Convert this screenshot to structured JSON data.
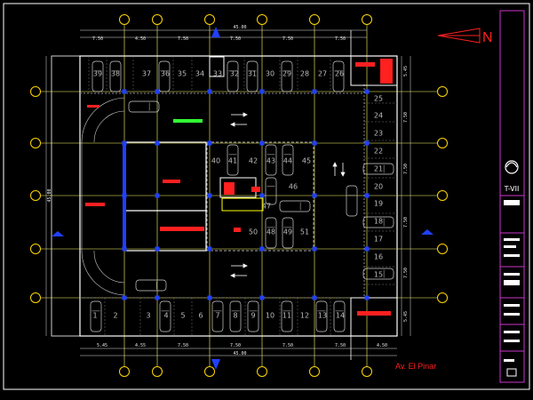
{
  "north_label": "N",
  "street_label": "Av. El Pinar",
  "title_block_code": "T-VII",
  "dimensions": {
    "total_width": "45.00",
    "top_segments": [
      "4.50",
      "7.50",
      "7.50",
      "7.50",
      "7.50",
      "7.50"
    ],
    "bottom_segments": [
      "5.45",
      "4.55",
      "7.50",
      "7.50",
      "7.50",
      "7.50",
      "4.50"
    ],
    "right_segments": [
      "5.45",
      "7.50",
      "7.50",
      "7.50",
      "7.50",
      "5.45"
    ],
    "total_height": "45.00",
    "left_total": "45.00"
  },
  "parking_numbers": [
    "1",
    "2",
    "3",
    "4",
    "5",
    "6",
    "7",
    "8",
    "9",
    "10",
    "11",
    "12",
    "13",
    "14",
    "15",
    "16",
    "17",
    "18",
    "19",
    "20",
    "21",
    "22",
    "23",
    "24",
    "25",
    "26",
    "27",
    "28",
    "29",
    "30",
    "31",
    "32",
    "33",
    "34",
    "35",
    "36",
    "37",
    "38",
    "39",
    "40",
    "41",
    "42",
    "43",
    "44",
    "45",
    "46",
    "47",
    "48",
    "49",
    "50",
    "51"
  ],
  "colors": {
    "background": "#000000",
    "walls": "#ffffff",
    "grid_lines": "#ffff66",
    "grid_bubbles": "#ffd700",
    "columns": "#2040ff",
    "annotations": "#ff2020",
    "title_block": "#cc33cc",
    "green_marker": "#33ff33"
  }
}
